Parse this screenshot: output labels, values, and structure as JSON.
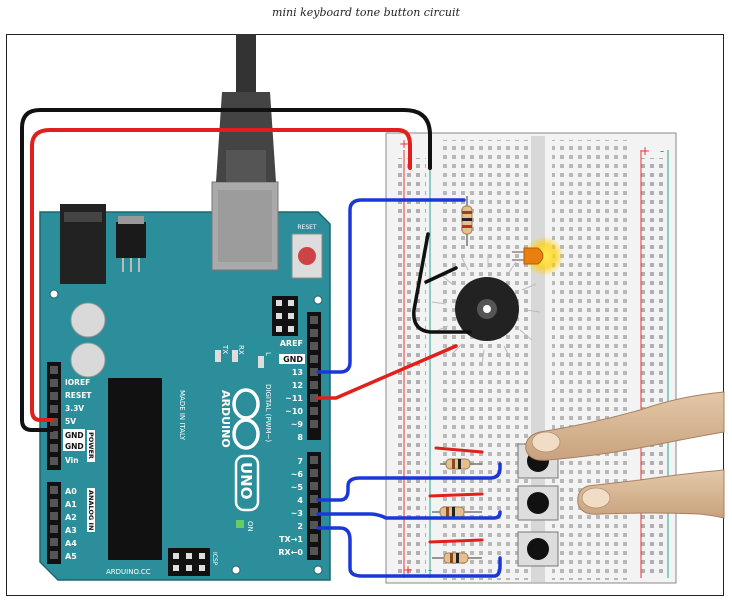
{
  "title": "mini keyboard tone button circuit",
  "board": {
    "reset_label": "RESET",
    "aref": "AREF",
    "gnd": "GND",
    "pin13": "13",
    "pin12": "12",
    "pin11": "~11",
    "pin10": "~10",
    "pin9": "~9",
    "pin8": "8",
    "pin7": "7",
    "pin6": "~6",
    "pin5": "~5",
    "pin4": "4",
    "pin3": "~3",
    "pin2": "2",
    "pin1": "TX→1",
    "pin0": "RX←0",
    "digital_label": "DIGITAL (PWM~)",
    "tx": "TX",
    "rx": "RX",
    "l": "L",
    "made_in": "MADE IN ITALY",
    "brand": "ARDUINO",
    "model": "UNO",
    "website": "ARDUINO.CC",
    "on": "ON",
    "icsp": "ICSP",
    "ioref": "IOREF",
    "reset": "RESET",
    "v33": "3.3V",
    "v5": "5V",
    "gnd_power": "GND",
    "vin": "Vin",
    "power_label": "POWER",
    "a0": "A0",
    "a1": "A1",
    "a2": "A2",
    "a3": "A3",
    "a4": "A4",
    "a5": "A5",
    "analog_label": "ANALOG IN"
  },
  "breadboard": {
    "plus_top": "+",
    "minus_top": "-",
    "plus_right": "+",
    "minus_right": "-",
    "plus_bottom": "+",
    "minus_bottom": "-"
  },
  "colors": {
    "board": "#2c8e9a",
    "wire_red": "#e0201c",
    "wire_blue": "#1a38d8",
    "wire_black": "#111111",
    "led": "#ffd000"
  }
}
